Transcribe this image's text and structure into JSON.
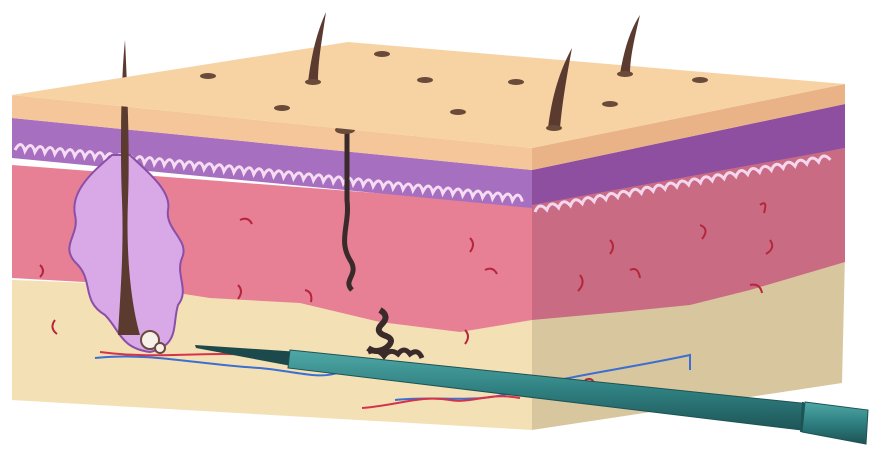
{
  "diagram": {
    "subject": "skin-cross-section-with-needle",
    "layers": [
      {
        "id": "stratum-corneum",
        "color": "#f4c69a"
      },
      {
        "id": "epidermis",
        "color": "#a76fbf"
      },
      {
        "id": "dermis",
        "color": "#e77f95"
      },
      {
        "id": "hypodermis",
        "color": "#f3e0b5"
      }
    ],
    "structures": [
      {
        "id": "hair-follicle",
        "color": "#d9a8e6"
      },
      {
        "id": "hair-shaft",
        "color": "#5b3a30"
      },
      {
        "id": "sweat-duct",
        "color": "#3a2a2a"
      },
      {
        "id": "blood-vessel-red",
        "color": "#d6334a"
      },
      {
        "id": "blood-vessel-blue",
        "color": "#3b6fd1"
      }
    ],
    "instrument": {
      "id": "needle",
      "color": "#2f7f80"
    }
  }
}
